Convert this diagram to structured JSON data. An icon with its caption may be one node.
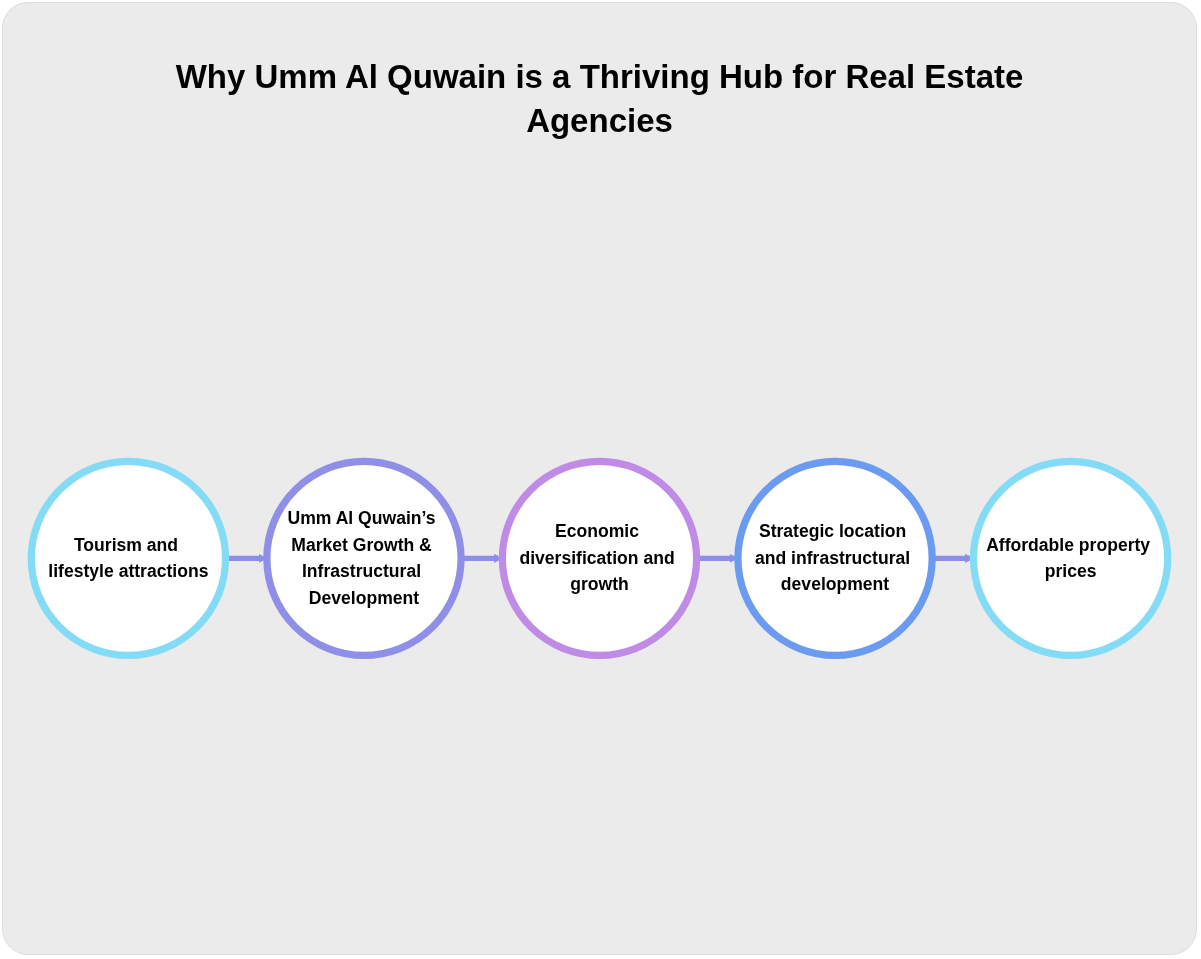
{
  "diagram": {
    "title": "Why Umm Al Quwain is a Thriving Hub for Real Estate Agencies",
    "nodes": [
      {
        "text": [
          "Tourism and lifestyle attractions"
        ]
      },
      {
        "text": [
          "Umm Al Quwain’s Market Growth & Infrastructural Development"
        ]
      },
      {
        "text": [
          "Economic diversification and growth"
        ]
      },
      {
        "text": [
          "Strategic location and infrastructural development"
        ]
      },
      {
        "text": [
          "Affordable property prices"
        ]
      }
    ],
    "edges": [
      {
        "from": 0,
        "to": 1,
        "arrow": "to"
      },
      {
        "from": 1,
        "to": 2,
        "arrow": "to"
      },
      {
        "from": 2,
        "to": 3,
        "arrow": "to"
      },
      {
        "from": 3,
        "to": 4,
        "arrow": "to"
      }
    ]
  }
}
